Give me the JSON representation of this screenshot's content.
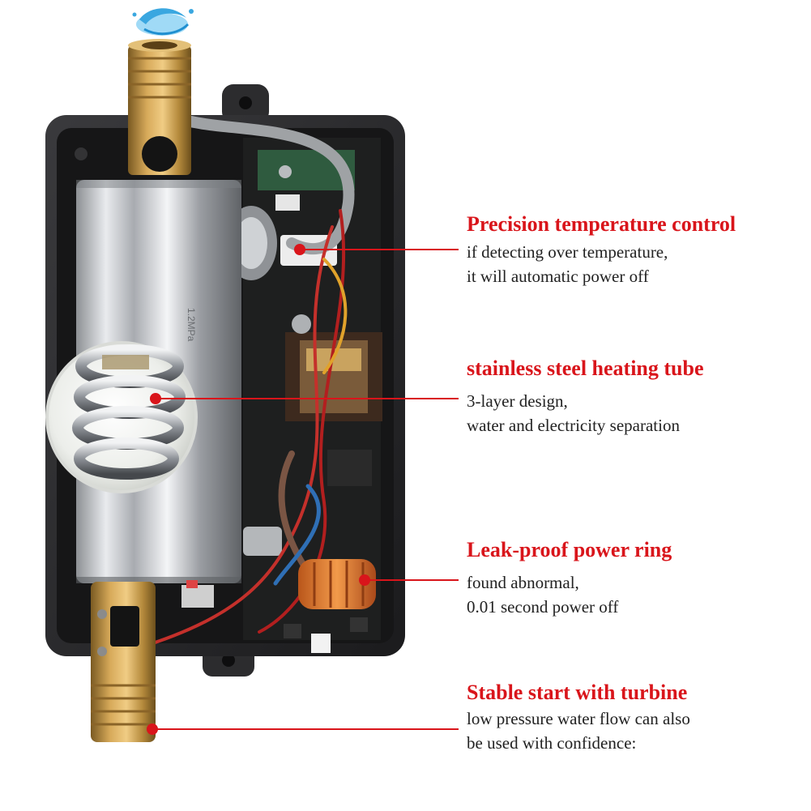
{
  "callouts": [
    {
      "id": "temperature-control",
      "title": "Precision temperature control",
      "lines": [
        "if detecting over temperature,",
        "it will automatic power off"
      ]
    },
    {
      "id": "heating-tube",
      "title": "stainless steel heating tube",
      "lines": [
        "3-layer design,",
        "water and electricity separation"
      ]
    },
    {
      "id": "power-ring",
      "title": "Leak-proof power ring",
      "lines": [
        "found abnormal,",
        "0.01 second power off"
      ]
    },
    {
      "id": "turbine",
      "title": "Stable start with turbine",
      "lines": [
        "low pressure water flow can also",
        "be used with confidence:"
      ]
    }
  ],
  "product_labels": {
    "pressure_rating": "1.2MPa"
  },
  "colors": {
    "accent": "#d9151b",
    "description_text": "#222222",
    "housing": "#2a2a2c",
    "brass": "#b8893e",
    "steel": "#c9ccd0",
    "ring": "#e07a2b"
  },
  "icons": {
    "water_splash": "water-splash-icon",
    "marker": "red-dot-marker"
  }
}
